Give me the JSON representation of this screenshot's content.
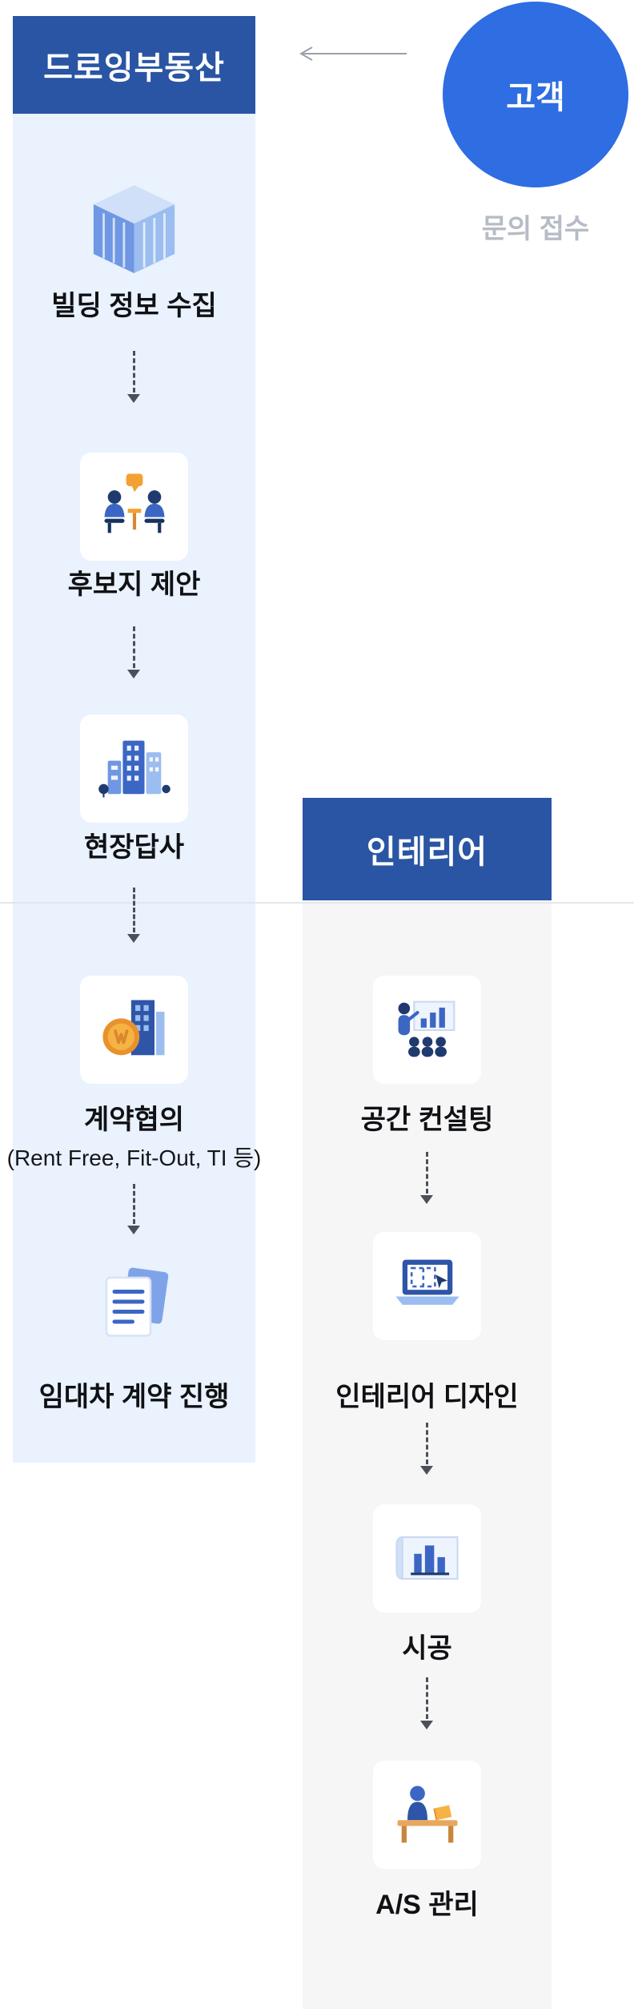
{
  "palette": {
    "header-blue": "#2a55a4",
    "circle-blue": "#2e6de2",
    "left-bg": "#e9f2fd",
    "right-bg": "#f6f6f7",
    "label-text": "#101114",
    "muted-text": "#b6bcc6",
    "arrow-gray": "#9aa1ab",
    "dash-gray": "#4b5058",
    "icon-blue-dark": "#2f55a8",
    "icon-blue": "#3b66c4",
    "icon-blue-light": "#9cbdf0",
    "icon-navy": "#1f3a6e",
    "icon-orange": "#f2a233"
  },
  "customer": {
    "label": "고객",
    "note": "문의 접수"
  },
  "left": {
    "title": "드로잉부동산",
    "steps": [
      {
        "label": "빌딩 정보 수집",
        "icon": "building-info-icon"
      },
      {
        "label": "후보지 제안",
        "icon": "meeting-icon"
      },
      {
        "label": "현장답사",
        "icon": "site-visit-icon"
      },
      {
        "label": "계약협의",
        "sublabel": "(Rent Free, Fit-Out, TI 등)",
        "icon": "contract-coin-icon"
      },
      {
        "label": "임대차 계약 진행",
        "icon": "lease-documents-icon"
      }
    ]
  },
  "right": {
    "title": "인테리어",
    "steps": [
      {
        "label": "공간 컨설팅",
        "icon": "space-consulting-icon"
      },
      {
        "label": "인테리어 디자인",
        "icon": "interior-design-icon"
      },
      {
        "label": "시공",
        "icon": "construction-icon"
      },
      {
        "label": "A/S 관리",
        "icon": "after-service-icon"
      }
    ]
  }
}
